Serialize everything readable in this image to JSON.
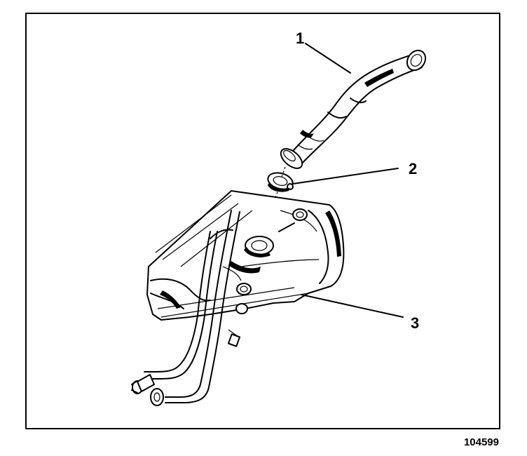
{
  "callouts": [
    {
      "id": "1",
      "label": "1"
    },
    {
      "id": "2",
      "label": "2"
    },
    {
      "id": "3",
      "label": "3"
    }
  ],
  "figure_number": "104599"
}
